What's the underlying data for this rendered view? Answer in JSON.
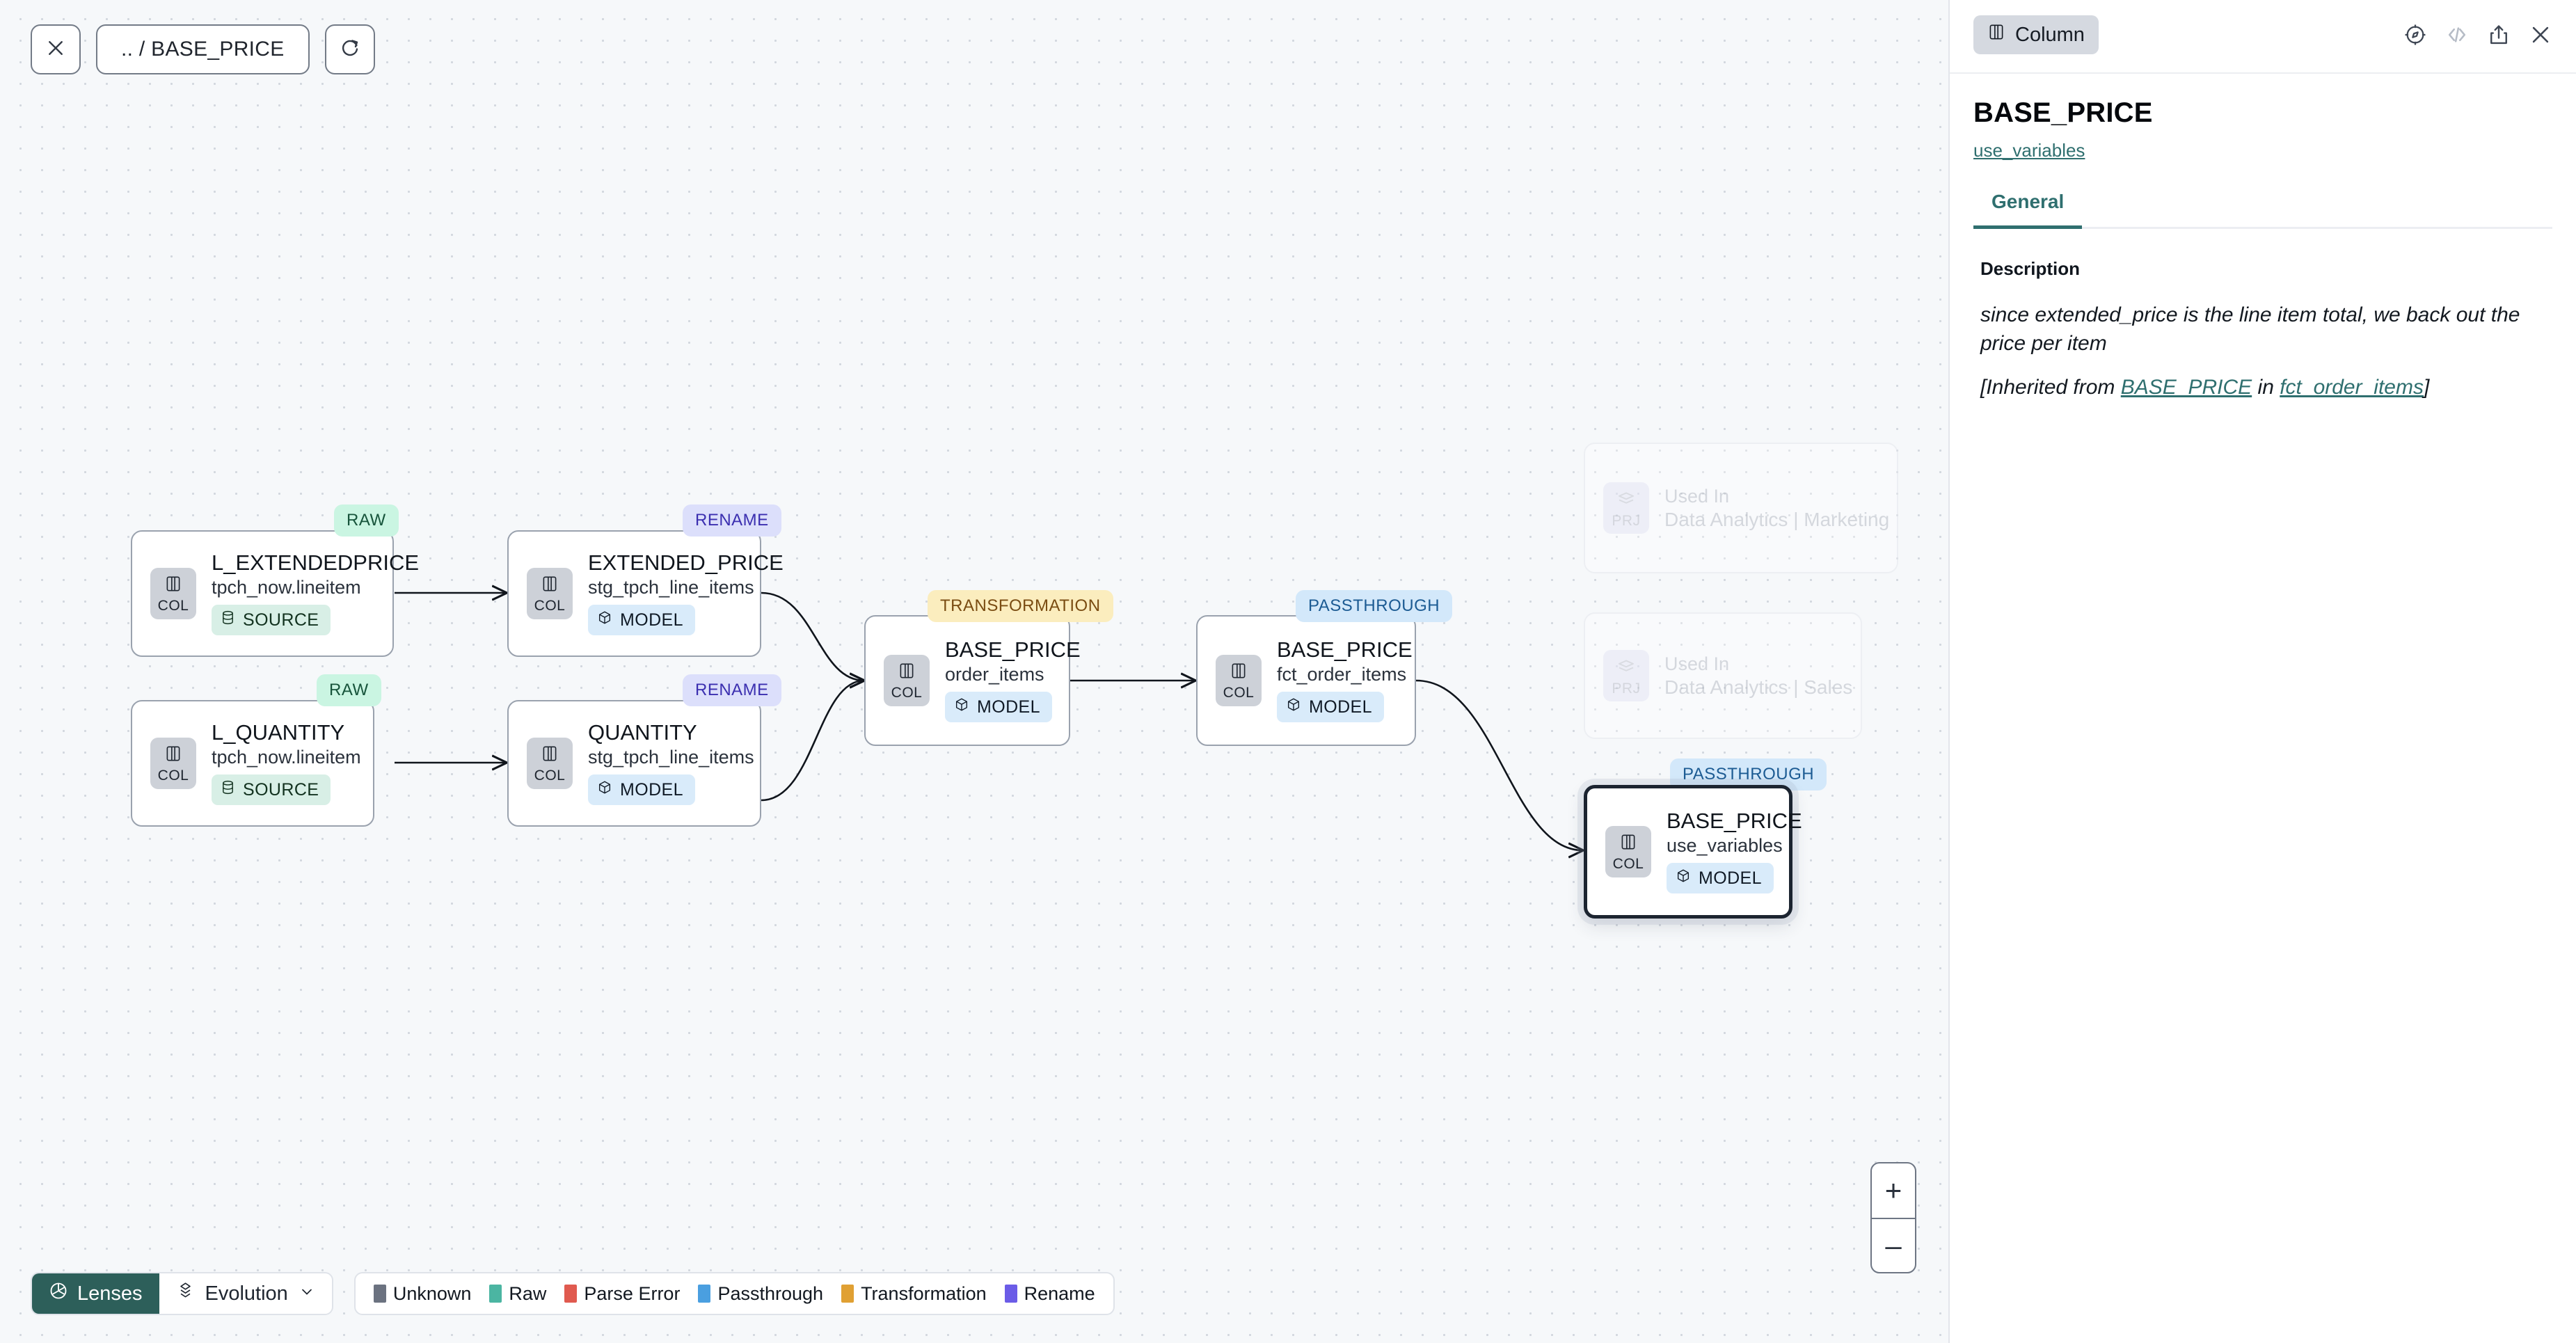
{
  "toolbar": {
    "close_icon": "close-icon",
    "path_label": ".. / BASE_PRICE",
    "refresh_icon": "refresh-icon"
  },
  "graph": {
    "nodes": [
      {
        "id": "l_extendedprice",
        "kind_label": "COL",
        "kind_icon": "column-icon",
        "title": "L_EXTENDEDPRICE",
        "subtitle": "tpch_now.lineitem",
        "pill_label": "SOURCE",
        "pill_icon": "database-icon",
        "pill_type": "source",
        "tag": "RAW",
        "tag_type": "raw",
        "selected": false
      },
      {
        "id": "l_quantity",
        "kind_label": "COL",
        "kind_icon": "column-icon",
        "title": "L_QUANTITY",
        "subtitle": "tpch_now.lineitem",
        "pill_label": "SOURCE",
        "pill_icon": "database-icon",
        "pill_type": "source",
        "tag": "RAW",
        "tag_type": "raw",
        "selected": false
      },
      {
        "id": "extended_price",
        "kind_label": "COL",
        "kind_icon": "column-icon",
        "title": "EXTENDED_PRICE",
        "subtitle": "stg_tpch_line_items",
        "pill_label": "MODEL",
        "pill_icon": "cube-icon",
        "pill_type": "model",
        "tag": "RENAME",
        "tag_type": "rename",
        "selected": false
      },
      {
        "id": "quantity",
        "kind_label": "COL",
        "kind_icon": "column-icon",
        "title": "QUANTITY",
        "subtitle": "stg_tpch_line_items",
        "pill_label": "MODEL",
        "pill_icon": "cube-icon",
        "pill_type": "model",
        "tag": "RENAME",
        "tag_type": "rename",
        "selected": false
      },
      {
        "id": "base_price_order_items",
        "kind_label": "COL",
        "kind_icon": "column-icon",
        "title": "BASE_PRICE",
        "subtitle": "order_items",
        "pill_label": "MODEL",
        "pill_icon": "cube-icon",
        "pill_type": "model",
        "tag": "TRANSFORMATION",
        "tag_type": "transformation",
        "selected": false
      },
      {
        "id": "base_price_fct_order_items",
        "kind_label": "COL",
        "kind_icon": "column-icon",
        "title": "BASE_PRICE",
        "subtitle": "fct_order_items",
        "pill_label": "MODEL",
        "pill_icon": "cube-icon",
        "pill_type": "model",
        "tag": "PASSTHROUGH",
        "tag_type": "passthrough",
        "selected": false
      },
      {
        "id": "base_price_use_variables",
        "kind_label": "COL",
        "kind_icon": "column-icon",
        "title": "BASE_PRICE",
        "subtitle": "use_variables",
        "pill_label": "MODEL",
        "pill_icon": "cube-icon",
        "pill_type": "model",
        "tag": "PASSTHROUGH",
        "tag_type": "passthrough",
        "selected": true
      }
    ],
    "ghost_nodes": [
      {
        "id": "used_in_marketing",
        "kind_label": "PRJ",
        "kind_icon": "project-icon",
        "title": "Used In",
        "subtitle": "Data Analytics | Marketing"
      },
      {
        "id": "used_in_sales",
        "kind_label": "PRJ",
        "kind_icon": "project-icon",
        "title": "Used In",
        "subtitle": "Data Analytics | Sales"
      }
    ]
  },
  "bottom_bar": {
    "lenses_label": "Lenses",
    "lenses_icon": "aperture-icon",
    "evolution_label": "Evolution",
    "evolution_icon": "evolution-icon",
    "evolution_caret": "chevron-down-icon",
    "legend": [
      {
        "label": "Unknown",
        "color": "#6b7280"
      },
      {
        "label": "Raw",
        "color": "#4bb5a2"
      },
      {
        "label": "Parse Error",
        "color": "#e05a4f"
      },
      {
        "label": "Passthrough",
        "color": "#4a9fe0"
      },
      {
        "label": "Transformation",
        "color": "#e0a033"
      },
      {
        "label": "Rename",
        "color": "#6b5ce7"
      }
    ]
  },
  "zoom_controls": {
    "zoom_in_label": "+",
    "zoom_out_label": "–"
  },
  "panel": {
    "kind_badge_label": "Column",
    "kind_badge_icon": "column-icon",
    "actions": [
      {
        "name": "explore-icon"
      },
      {
        "name": "code-icon"
      },
      {
        "name": "share-icon"
      },
      {
        "name": "close-icon"
      }
    ],
    "title": "BASE_PRICE",
    "breadcrumb_link": "use_variables",
    "tabs": [
      {
        "label": "General",
        "active": true
      }
    ],
    "description_label": "Description",
    "description_text": "since extended_price is the line item total, we back out the price per item",
    "inherited_prefix": "[Inherited from ",
    "inherited_column": "BASE_PRICE",
    "inherited_middle": " in ",
    "inherited_model": "fct_order_items",
    "inherited_suffix": "]"
  },
  "colors": {
    "canvas_bg": "#f6f8fa",
    "teal_accent": "#2f6f6f",
    "lenses_bg": "#2d5f5a"
  }
}
